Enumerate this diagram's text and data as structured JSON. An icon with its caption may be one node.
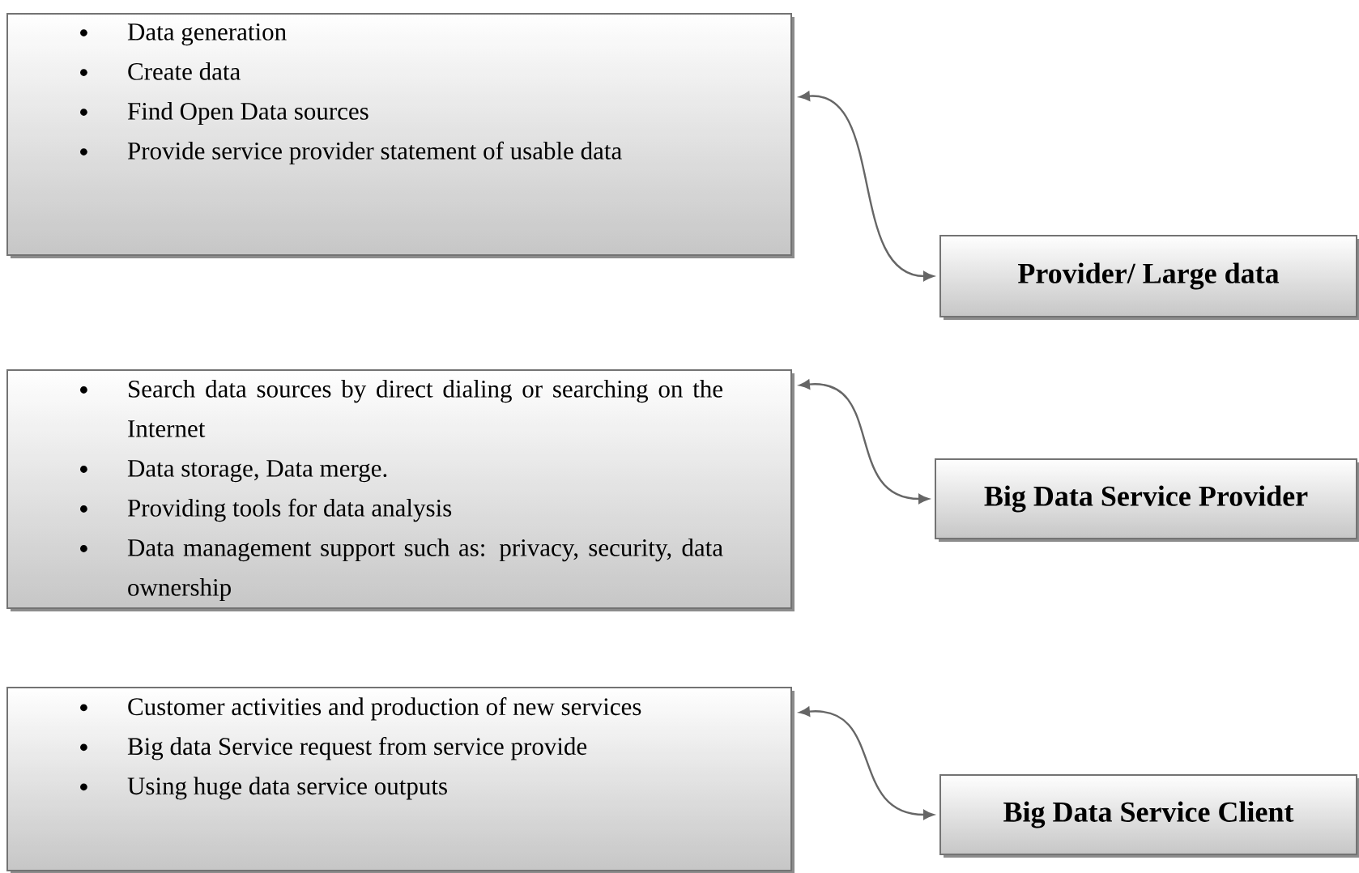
{
  "diagram": {
    "nodes": [
      {
        "text": [
          "Data generation",
          "Create data",
          "Find Open Data sources",
          "Provide service provider statement of usable data"
        ]
      },
      {
        "text": [
          "Search data sources by direct dialing or searching on the Internet",
          "Data storage, Data merge.",
          "Providing tools for data analysis",
          "Data management support such as: privacy, security, data ownership"
        ]
      },
      {
        "text": [
          "Customer activities and production of new services",
          "Big data Service request from service provide",
          "Using huge data service outputs"
        ]
      },
      {
        "text": [
          "Provider/ Large data"
        ]
      },
      {
        "text": [
          "Big Data Service Provider"
        ]
      },
      {
        "text": [
          "Big Data Service Client"
        ]
      }
    ],
    "edges": [
      {
        "from": 3,
        "to": 0,
        "arrow": "both"
      },
      {
        "from": 4,
        "to": 1,
        "arrow": "both"
      },
      {
        "from": 5,
        "to": 2,
        "arrow": "both"
      }
    ]
  }
}
